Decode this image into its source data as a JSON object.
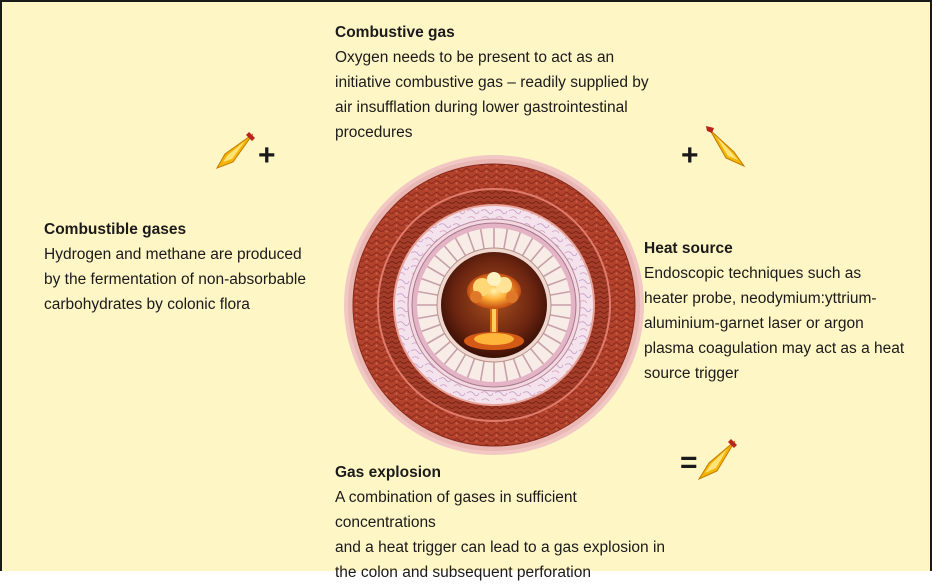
{
  "blocks": {
    "combustive_gas": {
      "heading": "Combustive gas",
      "lines": [
        "Oxygen needs to be present to act as an",
        "initiative combustive gas – readily supplied by",
        "air insufflation during lower gastrointestinal",
        "procedures"
      ]
    },
    "combustible_gases": {
      "heading": "Combustible gases",
      "lines": [
        "Hydrogen and methane are produced",
        "by the fermentation of non-absorbable",
        "carbohydrates by colonic flora"
      ]
    },
    "heat_source": {
      "heading": "Heat source",
      "lines": [
        "Endoscopic techniques such as",
        "heater probe, neodymium:yttrium-",
        "aluminium-garnet laser or argon",
        "plasma coagulation may act as a heat",
        "source trigger"
      ]
    },
    "gas_explosion": {
      "heading": "Gas explosion",
      "lines": [
        "A combination of gases in sufficient concentrations",
        "and a heat trigger can lead to a gas explosion in",
        "the colon and subsequent perforation"
      ]
    }
  },
  "operators": {
    "plus": "+",
    "equals": "="
  },
  "icons": {
    "flame": "flame-icon",
    "explosion": "explosion-icon",
    "colon_cross_section": "colon-cross-section-icon"
  },
  "colors": {
    "background": "#fff6c6",
    "outer_tissue": "#f2c8c4",
    "muscle_layer": "#b3422d",
    "submucosa": "#f4e2ec",
    "mucosa": "#f0e0e4",
    "lumen": "#5a1a08",
    "flame": "#f5c000"
  }
}
